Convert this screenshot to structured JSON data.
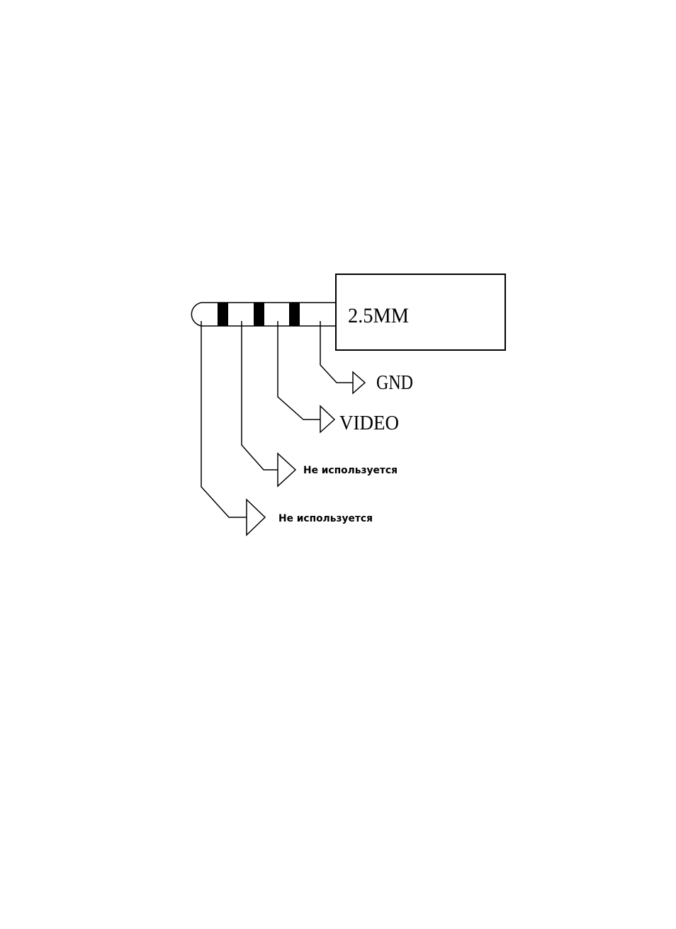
{
  "connector": {
    "label": "2.5MM"
  },
  "pins": [
    {
      "id": "gnd",
      "label": "GND"
    },
    {
      "id": "video",
      "label": "VIDEO"
    },
    {
      "id": "ring1",
      "label": "Не используется"
    },
    {
      "id": "tip",
      "label": "Не используется"
    }
  ],
  "colors": {
    "line": "#000000",
    "background": "#ffffff"
  }
}
